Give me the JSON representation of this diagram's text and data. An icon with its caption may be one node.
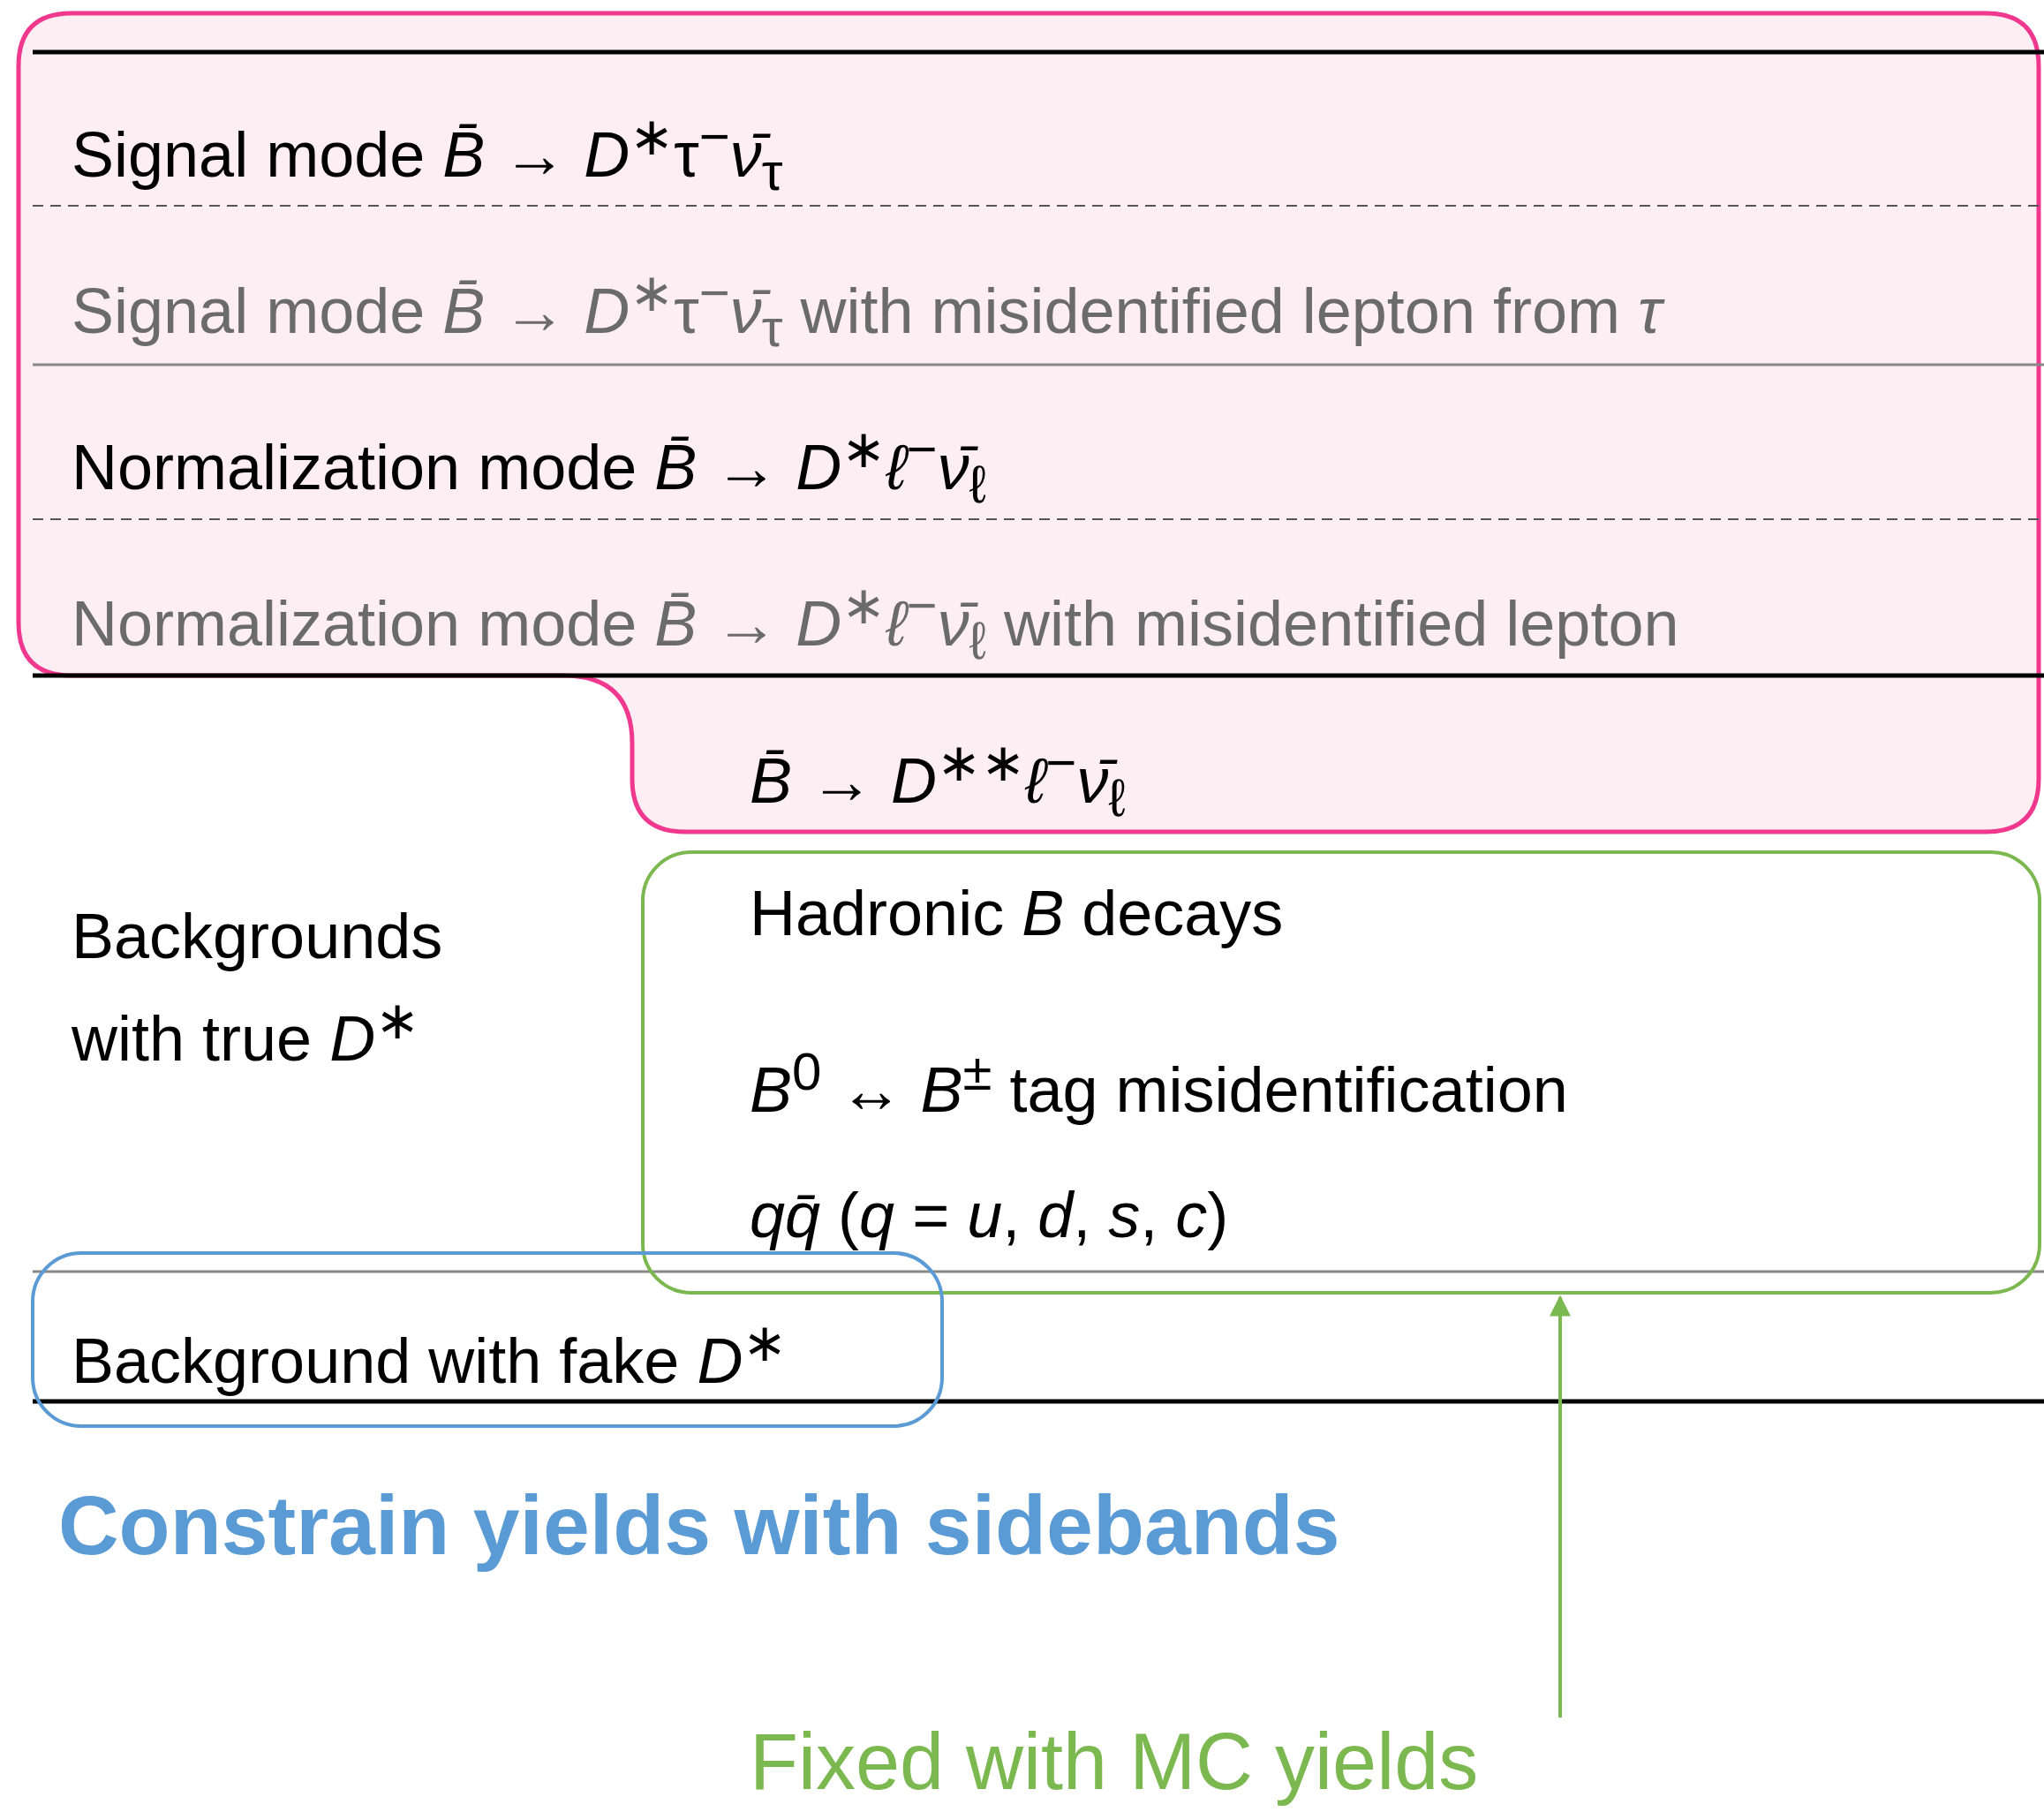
{
  "diagram": {
    "nodes": [
      {
        "text": [
          "Signal mode *B̄* → *D*$^{∗}$τ$^{−}$*ν̄*$_{τ}$",
          "Signal mode *B̄* → *D*$^{∗}$τ$^{−}$*ν̄*$_{τ}$ with misidentified lepton from *τ*",
          "Normalization mode *B̄* → *D*$^{∗}$*ℓ*$^{−}$*ν̄*$_{ℓ}$",
          "Normalization mode *B̄* → *D*$^{∗}$*ℓ*$^{−}$*ν̄*$_{ℓ}$ with misidentified lepton",
          "*B̄* → *D*$^{∗∗}$*ℓ*$^{−}$*ν̄*$_{ℓ}$"
        ]
      },
      {
        "text": [
          "Hadronic *B* decays",
          "*B*$^{0}$ ↔ *B*$^{±}$ tag misidentification",
          "*qq̄* (*q* = *u*, *d*, *s*, *c*)"
        ]
      },
      {
        "text": [
          "Background with fake *D*$^{∗}$"
        ]
      },
      {
        "text": [
          "Fixed with MC yields"
        ]
      }
    ],
    "edges": [
      {
        "from": 3,
        "to": 1,
        "arrow": "to",
        "color": "#7cb850"
      }
    ],
    "labels": [
      "Backgrounds with true *D*$^{∗}$",
      "Constrain yields with sidebands"
    ]
  }
}
